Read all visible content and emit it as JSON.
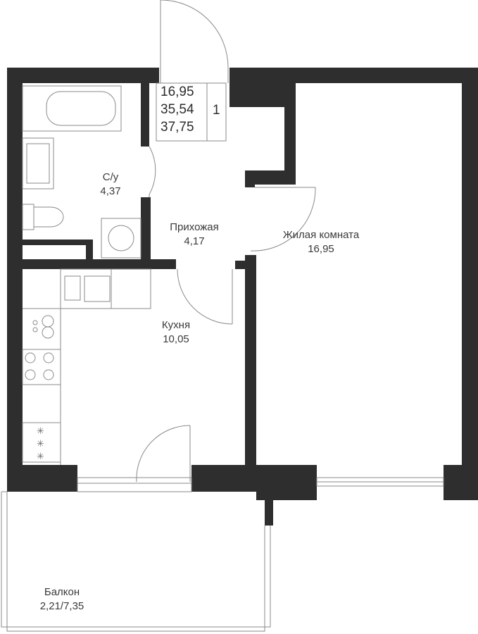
{
  "apartment": {
    "areas": [
      "16,95",
      "35,54",
      "37,75"
    ],
    "rooms_count": "1"
  },
  "rooms": {
    "bathroom": {
      "name": "С/у",
      "area": "4,37"
    },
    "hallway": {
      "name": "Прихожая",
      "area": "4,17"
    },
    "living": {
      "name": "Жилая комната",
      "area": "16,95"
    },
    "kitchen": {
      "name": "Кухня",
      "area": "10,05"
    },
    "balcony": {
      "name": "Балкон",
      "area": "2,21/7,35"
    }
  },
  "colors": {
    "wall": "#2e2e2e",
    "line": "#8a8a8a",
    "text": "#3a3a3a",
    "background": "#ffffff"
  }
}
